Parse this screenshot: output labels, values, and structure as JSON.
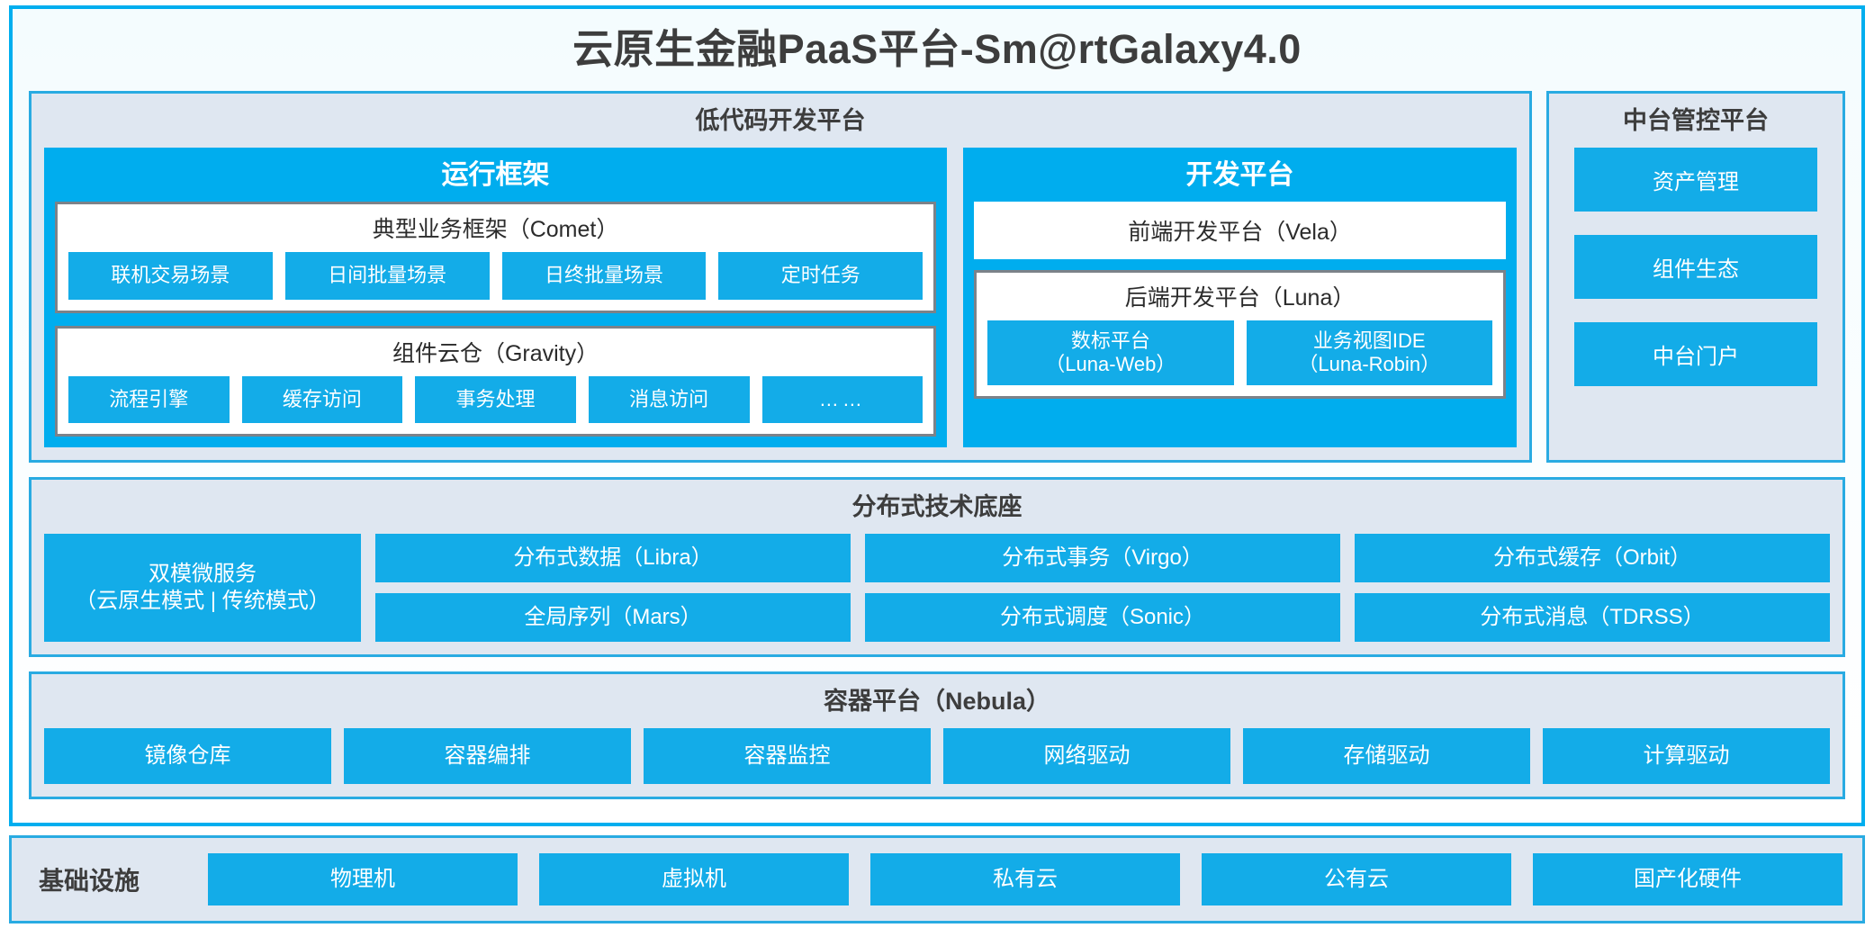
{
  "title": "云原生金融PaaS平台-Sm@rtGalaxy4.0",
  "colors": {
    "accent_blue": "#00ADEE",
    "chip_blue": "#13ACE8",
    "panel_bg": "#dfe7f1",
    "panel_border": "#29ABE2",
    "card_border": "#7c8289",
    "text_dark": "#3d3d3d"
  },
  "lowcode": {
    "title": "低代码开发平台",
    "runtime": {
      "title": "运行框架",
      "comet": {
        "title": "典型业务框架（Comet）",
        "chips": [
          "联机交易场景",
          "日间批量场景",
          "日终批量场景",
          "定时任务"
        ]
      },
      "gravity": {
        "title": "组件云仓（Gravity）",
        "chips": [
          "流程引擎",
          "缓存访问",
          "事务处理",
          "消息访问",
          "……"
        ]
      }
    },
    "devplatform": {
      "title": "开发平台",
      "vela": "前端开发平台（Vela）",
      "luna": {
        "title": "后端开发平台（Luna）",
        "chips": [
          {
            "name": "数标平台",
            "code": "（Luna-Web）"
          },
          {
            "name": "业务视图IDE",
            "code": "（Luna-Robin）"
          }
        ]
      }
    }
  },
  "midctrl": {
    "title": "中台管控平台",
    "chips": [
      "资产管理",
      "组件生态",
      "中台门户"
    ]
  },
  "base": {
    "title": "分布式技术底座",
    "wide_chip": {
      "name": "双模微服务",
      "sub": "（云原生模式 | 传统模式）"
    },
    "columns": [
      [
        "分布式数据（Libra）",
        "全局序列（Mars）"
      ],
      [
        "分布式事务（Virgo）",
        "分布式调度（Sonic）"
      ],
      [
        "分布式缓存（Orbit）",
        "分布式消息（TDRSS）"
      ]
    ]
  },
  "container": {
    "title": "容器平台（Nebula）",
    "chips": [
      "镜像仓库",
      "容器编排",
      "容器监控",
      "网络驱动",
      "存储驱动",
      "计算驱动"
    ]
  },
  "infra": {
    "label": "基础设施",
    "chips": [
      "物理机",
      "虚拟机",
      "私有云",
      "公有云",
      "国产化硬件"
    ]
  }
}
